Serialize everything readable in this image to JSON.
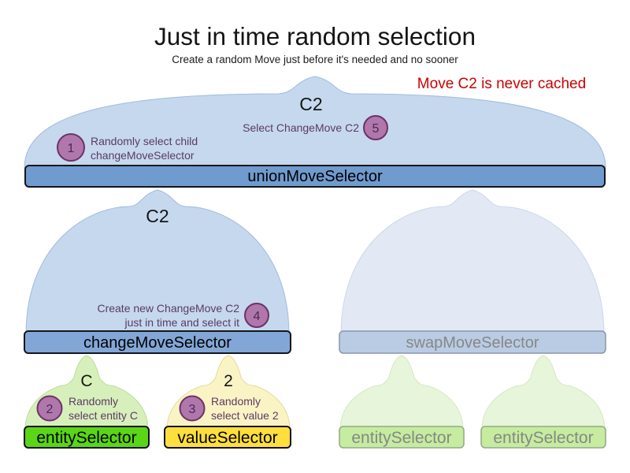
{
  "title": "Just in time random selection",
  "subtitle": "Create a random Move just before it's needed and no sooner",
  "note": "Move C2 is never cached",
  "colors": {
    "note_red": "#cc0000",
    "selector_blue": "#6f9bce",
    "funnel_light_blue": "#c5d8ee",
    "entity_green": "#59d615",
    "value_yellow": "#ffdf3e",
    "step_purple": "#b077ad",
    "faded_blue": "#b9cce4",
    "faded_green": "#c6ec9f"
  },
  "selectors": {
    "union": {
      "label": "unionMoveSelector",
      "output": "C2"
    },
    "change": {
      "label": "changeMoveSelector",
      "output": "C2"
    },
    "swap": {
      "label": "swapMoveSelector"
    },
    "entity": {
      "label": "entitySelector",
      "output": "C"
    },
    "value": {
      "label": "valueSelector",
      "output": "2"
    },
    "faded_entity_1": {
      "label": "entitySelector"
    },
    "faded_entity_2": {
      "label": "entitySelector"
    }
  },
  "steps": [
    {
      "num": "1",
      "line1": "Randomly select child",
      "line2": "changeMoveSelector"
    },
    {
      "num": "2",
      "line1": "Randomly",
      "line2": "select entity C"
    },
    {
      "num": "3",
      "line1": "Randomly",
      "line2": "select value 2"
    },
    {
      "num": "4",
      "line1": "Create new ChangeMove C2",
      "line2": "just in time and select it"
    },
    {
      "num": "5",
      "line1": "Select ChangeMove C2"
    }
  ]
}
